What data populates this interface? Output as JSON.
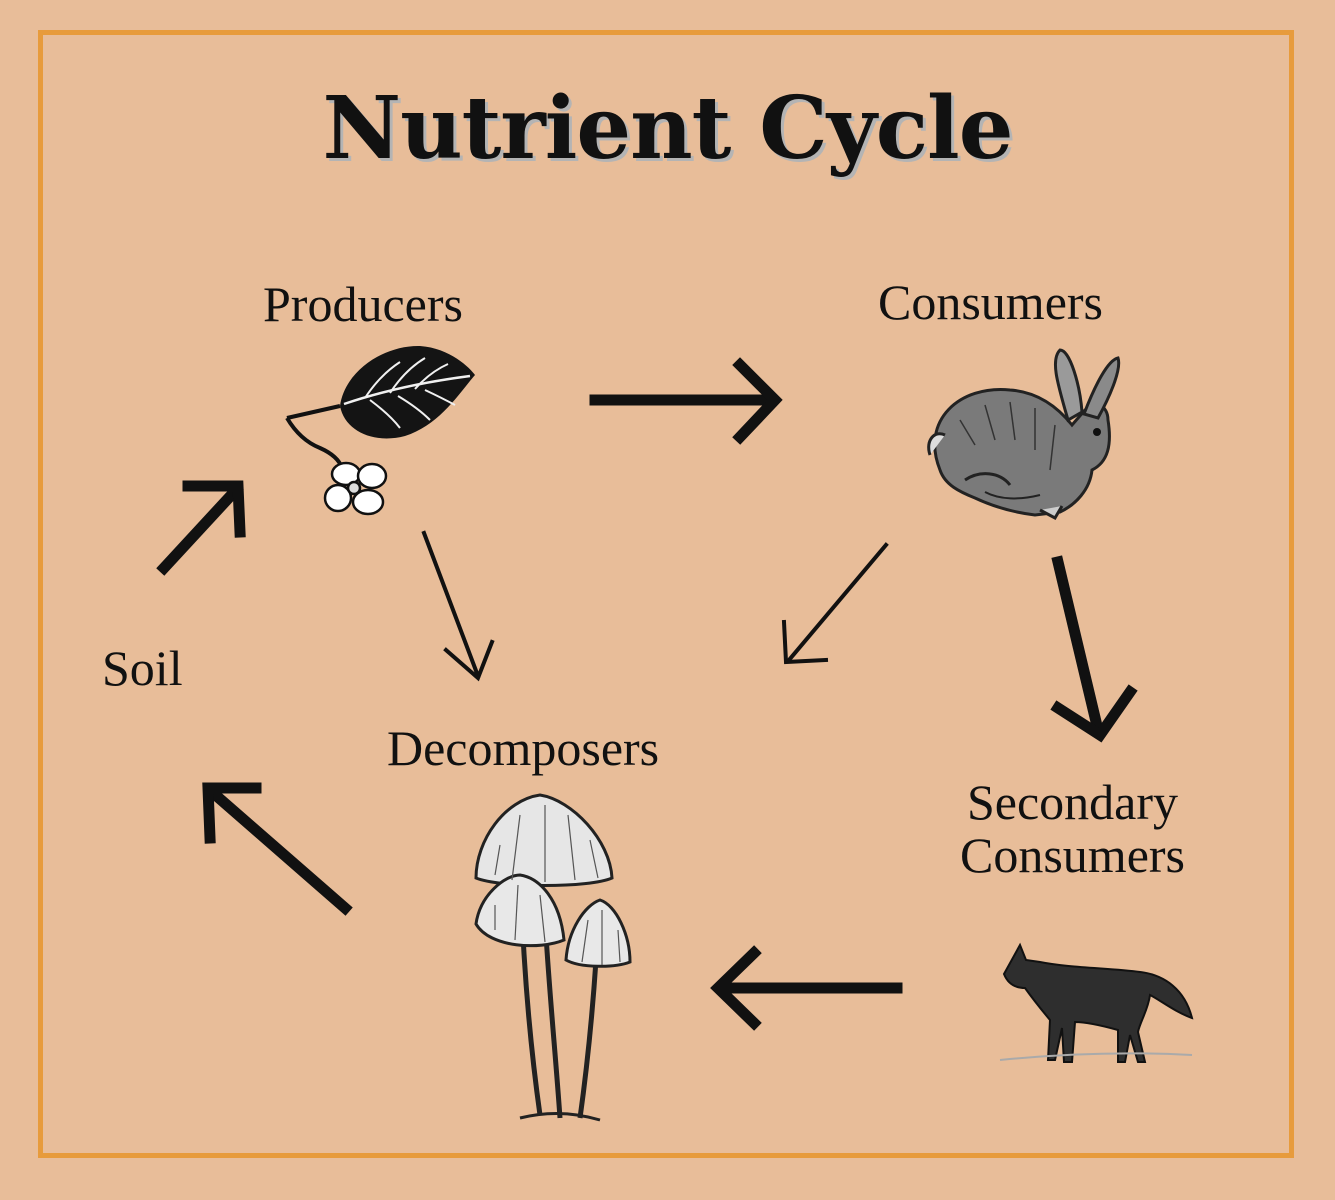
{
  "diagram": {
    "title": "Nutrient Cycle",
    "nodes": {
      "producers": "Producers",
      "consumers": "Consumers",
      "soil": "Soil",
      "decomposers": "Decomposers",
      "secondary_line1": "Secondary",
      "secondary_line2": "Consumers"
    },
    "edges": [
      {
        "from": "Producers",
        "to": "Consumers"
      },
      {
        "from": "Consumers",
        "to": "Secondary Consumers"
      },
      {
        "from": "Secondary Consumers",
        "to": "Decomposers"
      },
      {
        "from": "Decomposers",
        "to": "Soil"
      },
      {
        "from": "Soil",
        "to": "Producers"
      },
      {
        "from": "Producers",
        "to": "Decomposers"
      },
      {
        "from": "Consumers",
        "to": "Decomposers"
      }
    ],
    "icons": [
      "leaf-flower-icon",
      "rabbit-icon",
      "fox-icon",
      "mushroom-icon"
    ],
    "colors": {
      "background": "#e8bd99",
      "border": "#e79b3c",
      "ink": "#111111"
    }
  }
}
